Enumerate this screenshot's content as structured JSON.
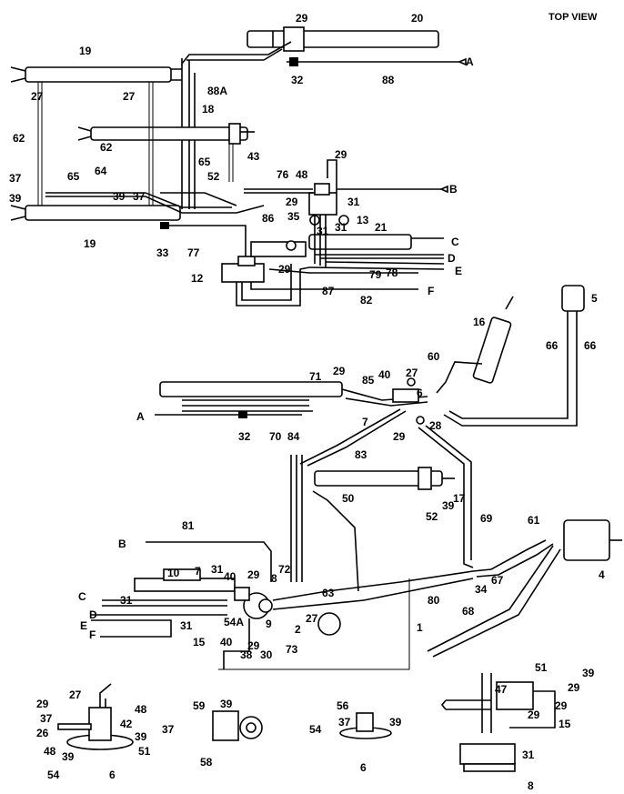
{
  "title": "TOP VIEW",
  "callouts": [
    {
      "id": "c1",
      "text": "29"
    },
    {
      "id": "c2",
      "text": "20"
    },
    {
      "id": "c3",
      "text": "A"
    },
    {
      "id": "c4",
      "text": "32"
    },
    {
      "id": "c5",
      "text": "88"
    },
    {
      "id": "c6",
      "text": "19"
    },
    {
      "id": "c7",
      "text": "27"
    },
    {
      "id": "c8",
      "text": "27"
    },
    {
      "id": "c9",
      "text": "88A"
    },
    {
      "id": "c10",
      "text": "18"
    },
    {
      "id": "c11",
      "text": "62"
    },
    {
      "id": "c12",
      "text": "62"
    },
    {
      "id": "c13",
      "text": "43"
    },
    {
      "id": "c14",
      "text": "64"
    },
    {
      "id": "c15",
      "text": "65"
    },
    {
      "id": "c16",
      "text": "65"
    },
    {
      "id": "c17",
      "text": "52"
    },
    {
      "id": "c18",
      "text": "76"
    },
    {
      "id": "c19",
      "text": "48"
    },
    {
      "id": "c20",
      "text": "29"
    },
    {
      "id": "c21",
      "text": "37"
    },
    {
      "id": "c22",
      "text": "39"
    },
    {
      "id": "c23",
      "text": "39"
    },
    {
      "id": "c24",
      "text": "37"
    },
    {
      "id": "c25",
      "text": "B"
    },
    {
      "id": "c26",
      "text": "29"
    },
    {
      "id": "c27",
      "text": "31"
    },
    {
      "id": "c28",
      "text": "35"
    },
    {
      "id": "c29",
      "text": "13"
    },
    {
      "id": "c30",
      "text": "86"
    },
    {
      "id": "c31",
      "text": "31"
    },
    {
      "id": "c32",
      "text": "31"
    },
    {
      "id": "c33",
      "text": "21"
    },
    {
      "id": "c34",
      "text": "19"
    },
    {
      "id": "c35",
      "text": "33"
    },
    {
      "id": "c36",
      "text": "77"
    },
    {
      "id": "c37",
      "text": "C"
    },
    {
      "id": "c38",
      "text": "D"
    },
    {
      "id": "c39",
      "text": "E"
    },
    {
      "id": "c40",
      "text": "29"
    },
    {
      "id": "c41",
      "text": "79"
    },
    {
      "id": "c42",
      "text": "78"
    },
    {
      "id": "c43",
      "text": "12"
    },
    {
      "id": "c44",
      "text": "87"
    },
    {
      "id": "c45",
      "text": "82"
    },
    {
      "id": "c46",
      "text": "F"
    },
    {
      "id": "c47",
      "text": "5"
    },
    {
      "id": "c48",
      "text": "16"
    },
    {
      "id": "c49",
      "text": "66"
    },
    {
      "id": "c50",
      "text": "66"
    },
    {
      "id": "c51",
      "text": "60"
    },
    {
      "id": "c52",
      "text": "71"
    },
    {
      "id": "c53",
      "text": "29"
    },
    {
      "id": "c54",
      "text": "85"
    },
    {
      "id": "c55",
      "text": "40"
    },
    {
      "id": "c56",
      "text": "27"
    },
    {
      "id": "c57",
      "text": "6"
    },
    {
      "id": "c58",
      "text": "A"
    },
    {
      "id": "c59",
      "text": "7"
    },
    {
      "id": "c60",
      "text": "28"
    },
    {
      "id": "c61",
      "text": "29"
    },
    {
      "id": "c62",
      "text": "32"
    },
    {
      "id": "c63",
      "text": "70"
    },
    {
      "id": "c64",
      "text": "84"
    },
    {
      "id": "c65",
      "text": "83"
    },
    {
      "id": "c66",
      "text": "17"
    },
    {
      "id": "c67",
      "text": "50"
    },
    {
      "id": "c68",
      "text": "39"
    },
    {
      "id": "c69",
      "text": "52"
    },
    {
      "id": "c70",
      "text": "69"
    },
    {
      "id": "c71",
      "text": "81"
    },
    {
      "id": "c72",
      "text": "61"
    },
    {
      "id": "c73",
      "text": "4"
    },
    {
      "id": "c74",
      "text": "B"
    },
    {
      "id": "c75",
      "text": "10"
    },
    {
      "id": "c76",
      "text": "7"
    },
    {
      "id": "c77",
      "text": "31"
    },
    {
      "id": "c78",
      "text": "40"
    },
    {
      "id": "c79",
      "text": "29"
    },
    {
      "id": "c80",
      "text": "72"
    },
    {
      "id": "c81",
      "text": "8"
    },
    {
      "id": "c82",
      "text": "63"
    },
    {
      "id": "c83",
      "text": "67"
    },
    {
      "id": "c84",
      "text": "34"
    },
    {
      "id": "c85",
      "text": "C"
    },
    {
      "id": "c86",
      "text": "31"
    },
    {
      "id": "c87",
      "text": "9"
    },
    {
      "id": "c88",
      "text": "80"
    },
    {
      "id": "c89",
      "text": "D"
    },
    {
      "id": "c90",
      "text": "E"
    },
    {
      "id": "c91",
      "text": "31"
    },
    {
      "id": "c92",
      "text": "54A"
    },
    {
      "id": "c93",
      "text": "27"
    },
    {
      "id": "c94",
      "text": "2"
    },
    {
      "id": "c95",
      "text": "1"
    },
    {
      "id": "c96",
      "text": "68"
    },
    {
      "id": "c97",
      "text": "F"
    },
    {
      "id": "c98",
      "text": "15"
    },
    {
      "id": "c99",
      "text": "40"
    },
    {
      "id": "c100",
      "text": "29"
    },
    {
      "id": "c101",
      "text": "38"
    },
    {
      "id": "c102",
      "text": "30"
    },
    {
      "id": "c103",
      "text": "73"
    },
    {
      "id": "c104",
      "text": "27"
    },
    {
      "id": "c105",
      "text": "48"
    },
    {
      "id": "c106",
      "text": "29"
    },
    {
      "id": "c107",
      "text": "42"
    },
    {
      "id": "c108",
      "text": "37"
    },
    {
      "id": "c109",
      "text": "37"
    },
    {
      "id": "c110",
      "text": "26"
    },
    {
      "id": "c111",
      "text": "39"
    },
    {
      "id": "c112",
      "text": "51"
    },
    {
      "id": "c113",
      "text": "48"
    },
    {
      "id": "c114",
      "text": "39"
    },
    {
      "id": "c115",
      "text": "54"
    },
    {
      "id": "c116",
      "text": "6"
    },
    {
      "id": "c117",
      "text": "59"
    },
    {
      "id": "c118",
      "text": "39"
    },
    {
      "id": "c119",
      "text": "58"
    },
    {
      "id": "c120",
      "text": "56"
    },
    {
      "id": "c121",
      "text": "37"
    },
    {
      "id": "c122",
      "text": "39"
    },
    {
      "id": "c123",
      "text": "54"
    },
    {
      "id": "c124",
      "text": "6"
    },
    {
      "id": "c125",
      "text": "51"
    },
    {
      "id": "c126",
      "text": "39"
    },
    {
      "id": "c127",
      "text": "47"
    },
    {
      "id": "c128",
      "text": "29"
    },
    {
      "id": "c129",
      "text": "29"
    },
    {
      "id": "c130",
      "text": "29"
    },
    {
      "id": "c131",
      "text": "15"
    },
    {
      "id": "c132",
      "text": "31"
    },
    {
      "id": "c133",
      "text": "8"
    }
  ]
}
